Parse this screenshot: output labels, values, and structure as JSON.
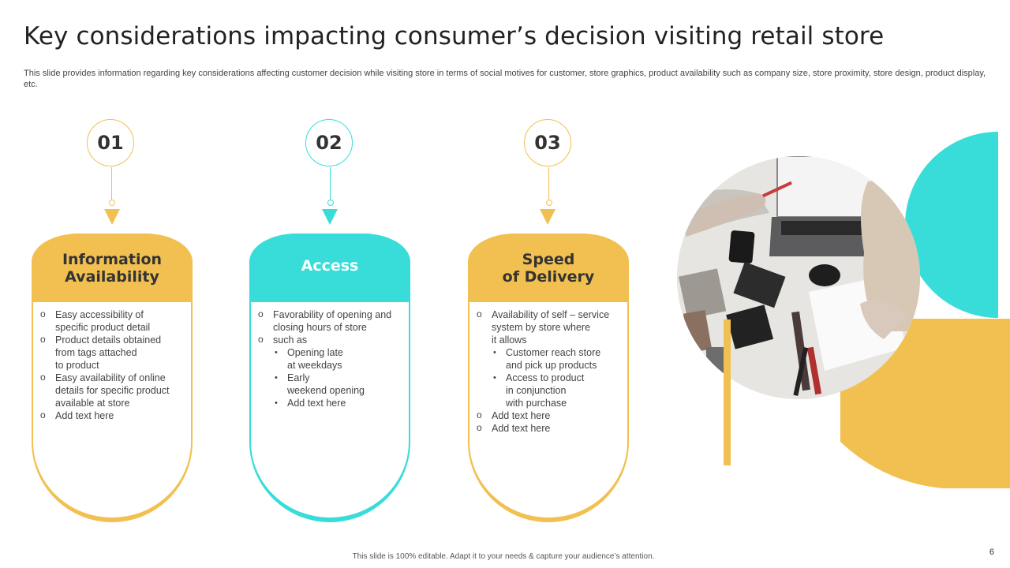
{
  "title": "Key considerations impacting consumer’s decision visiting retail store",
  "subtitle": "This slide provides information regarding key considerations affecting customer decision while visiting store in terms of social motives for customer, store graphics, product availability such as company size, store proximity, store design, product display, etc.",
  "colors": {
    "yellow": "#F1C050",
    "teal": "#38DDD9"
  },
  "cards": [
    {
      "number": "01",
      "heading": "Information\nAvailability",
      "lines": [
        "Easy accessibility of",
        "specific product detail",
        "Product details obtained",
        "from tags attached",
        "to product",
        "Easy availability  of online",
        "details for specific product",
        "available  at store",
        "Add text here"
      ]
    },
    {
      "number": "02",
      "heading": "Access",
      "lines": [
        "Favorability  of opening and",
        "closing hours of store",
        "such as",
        "Opening late",
        "at weekdays",
        "Early",
        "weekend opening",
        "Add text here"
      ]
    },
    {
      "number": "03",
      "heading": "Speed\nof Delivery",
      "lines": [
        "Availability of self – service",
        "system by store where",
        "it allows",
        "Customer reach store",
        "and pick up products",
        "Access to product",
        "in conjunction",
        "with purchase",
        "Add text here",
        "Add text here"
      ]
    }
  ],
  "footer": "This slide is 100% editable.  Adapt it to your needs & capture your audience’s attention.",
  "page_number": "6"
}
